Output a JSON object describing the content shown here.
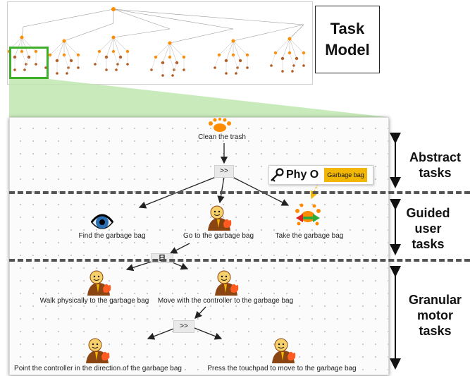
{
  "figure": {
    "task_model_label": "Task\nModel",
    "bands": [
      {
        "label": "Abstract\ntasks"
      },
      {
        "label": "Guided\nuser\ntasks"
      },
      {
        "label": "Granular\nmotor\ntasks"
      }
    ]
  },
  "tasks": {
    "clean": "Clean the trash",
    "find": "Find the garbage bag",
    "goto": "Go to the garbage bag",
    "take": "Take the garbage bag",
    "walk": "Walk physically to the garbage bag",
    "move": "Move with the controller to the garbage bag",
    "point": "Point the controller in the direction of the garbage bag",
    "press": "Press the touchpad to move to the garbage bag"
  },
  "operators": {
    "op1": ">>",
    "op2": ">>",
    "choice_icon": "choice-operator-icon"
  },
  "object_tag": {
    "key_icon": "key-icon",
    "phy_label": "Phy O",
    "object_name": "Garbage bag"
  },
  "colors": {
    "highlight_green": "#3fae2a",
    "zoom_fill": "#bfe6ae",
    "object_chip": "#f2b705",
    "separator": "#555555",
    "user_icon_body": "#8b4513",
    "interaction_icon": "#ff8c00"
  }
}
